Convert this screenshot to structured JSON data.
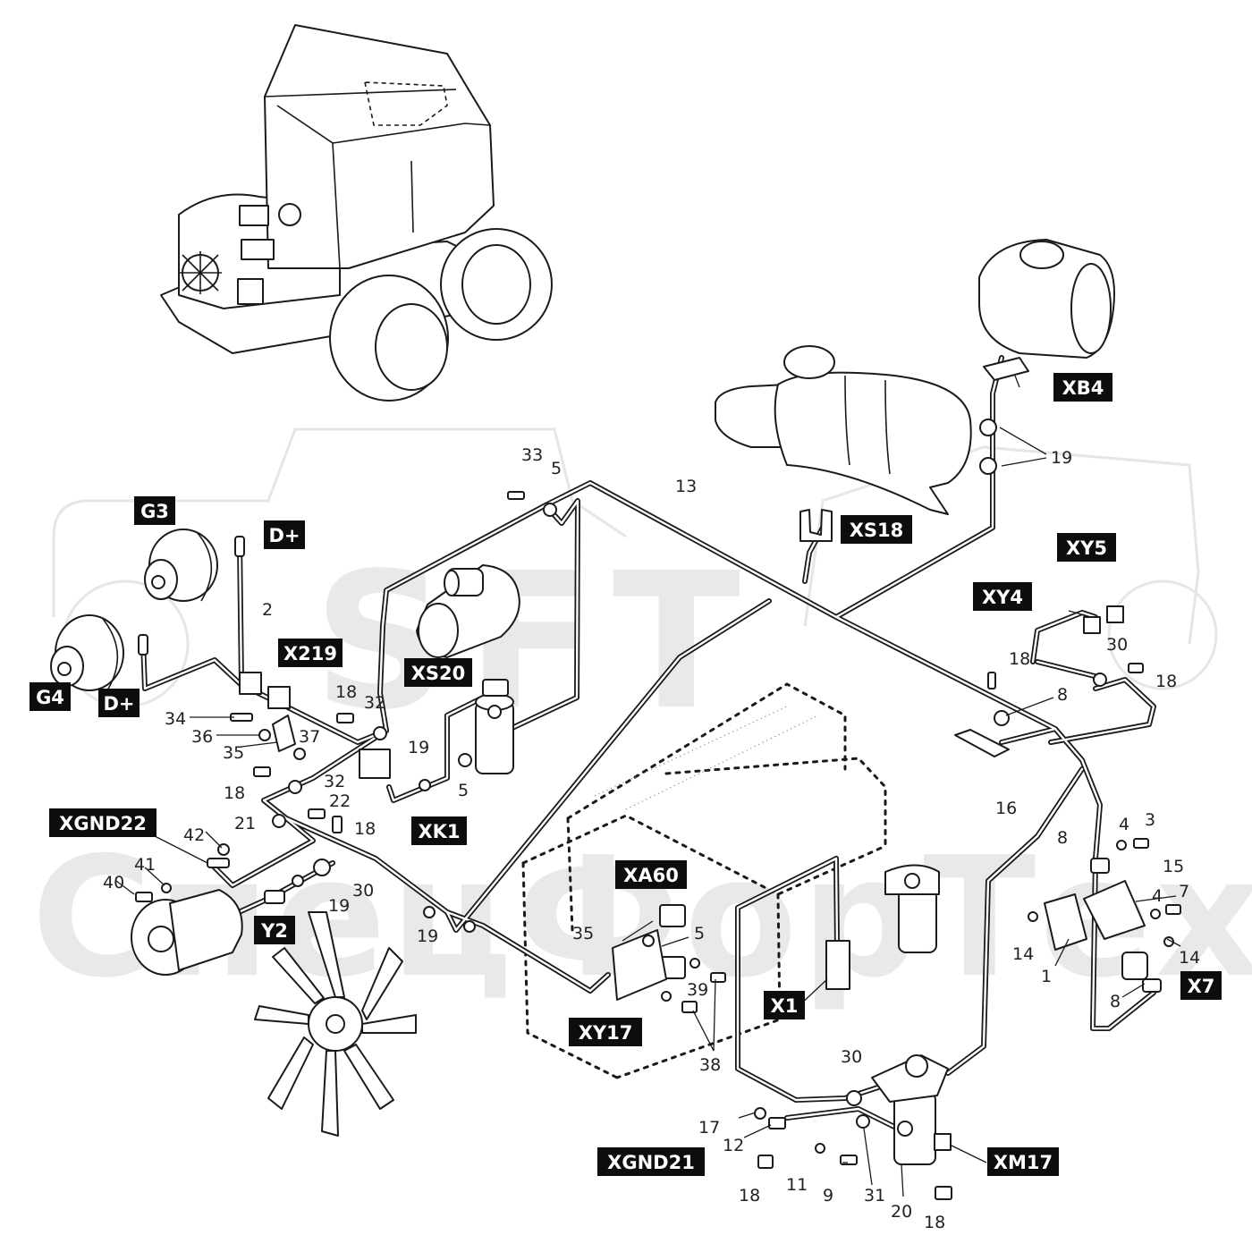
{
  "watermark": {
    "line1": "SFT",
    "line2": "СпецФорТех"
  },
  "connector_tags": [
    {
      "id": "G3",
      "label": "G3"
    },
    {
      "id": "D+ (upper)",
      "label": "D+"
    },
    {
      "id": "G4",
      "label": "G4"
    },
    {
      "id": "D+ (lower)",
      "label": "D+"
    },
    {
      "id": "X219",
      "label": "X219"
    },
    {
      "id": "XS20",
      "label": "XS20"
    },
    {
      "id": "XK1",
      "label": "XK1"
    },
    {
      "id": "XGND22",
      "label": "XGND22"
    },
    {
      "id": "Y2",
      "label": "Y2"
    },
    {
      "id": "XA60",
      "label": "XA60"
    },
    {
      "id": "XY17",
      "label": "XY17"
    },
    {
      "id": "X1",
      "label": "X1"
    },
    {
      "id": "XGND21",
      "label": "XGND21"
    },
    {
      "id": "XM17",
      "label": "XM17"
    },
    {
      "id": "XB4",
      "label": "XB4"
    },
    {
      "id": "XS18",
      "label": "XS18"
    },
    {
      "id": "XY5",
      "label": "XY5"
    },
    {
      "id": "XY4",
      "label": "XY4"
    },
    {
      "id": "X7",
      "label": "X7"
    }
  ],
  "part_numbers": [
    "33",
    "5",
    "13",
    "2",
    "18",
    "32",
    "19",
    "5",
    "34",
    "36",
    "37",
    "35",
    "32",
    "18",
    "22",
    "21",
    "18",
    "42",
    "41",
    "40",
    "30",
    "19",
    "19",
    "35",
    "5",
    "39",
    "38",
    "19",
    "19",
    "18",
    "30",
    "18",
    "8",
    "16",
    "4",
    "3",
    "8",
    "15",
    "4",
    "7",
    "14",
    "14",
    "1",
    "8",
    "30",
    "17",
    "12",
    "18",
    "11",
    "9",
    "31",
    "20",
    "18"
  ]
}
